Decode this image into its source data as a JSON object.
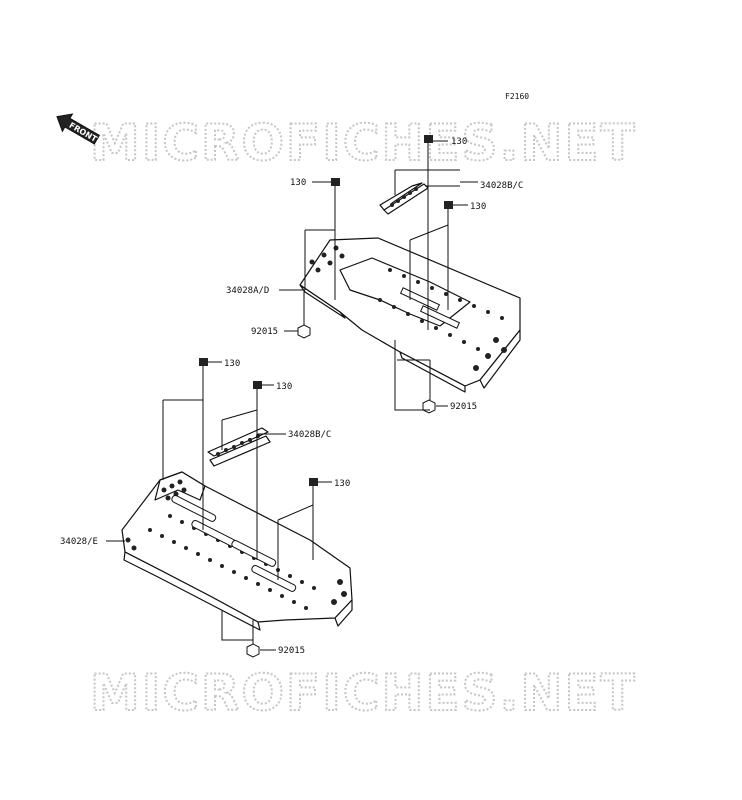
{
  "figure_code": "F2160",
  "front_label": "FRONT",
  "watermark": {
    "top": "MICROFICHES.NET",
    "bottom": "MICROFICHES.NET"
  },
  "callouts": {
    "upper_bolt_top": "130",
    "upper_bolt_left": "130",
    "upper_bolt_right": "130",
    "upper_cover": "34028B/C",
    "upper_panel": "34028A/D",
    "upper_nut_left": "92015",
    "upper_nut_bottom": "92015",
    "lower_bolt_left": "130",
    "lower_bolt_mid": "130",
    "lower_bolt_right": "130",
    "lower_cover": "34028B/C",
    "lower_panel": "34028/E",
    "lower_nut": "92015"
  }
}
